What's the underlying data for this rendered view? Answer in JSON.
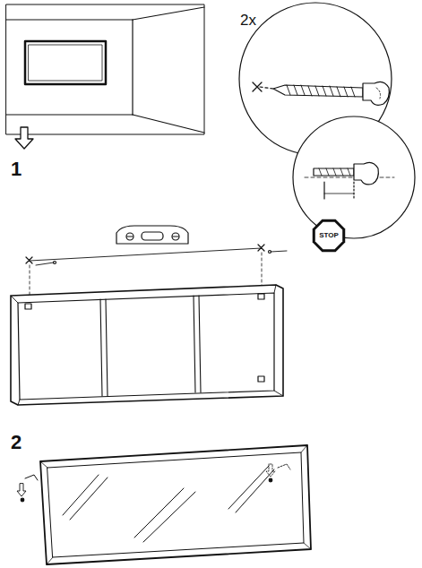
{
  "diagram": {
    "nodes": [
      {
        "text": [
          "STOP"
        ]
      }
    ],
    "labels": [
      "2x",
      "1",
      "2"
    ]
  }
}
